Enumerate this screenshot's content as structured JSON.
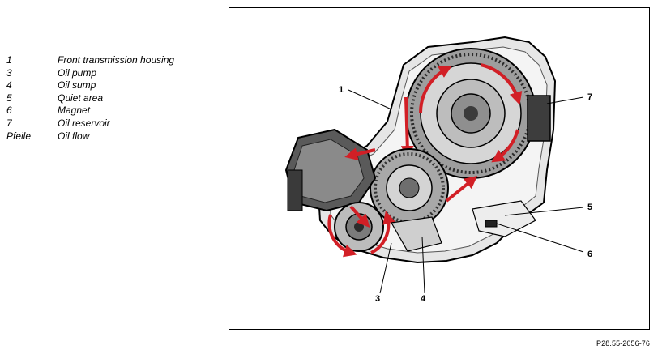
{
  "legend": {
    "items": [
      {
        "key": "1",
        "label": "Front transmission housing"
      },
      {
        "key": "3",
        "label": "Oil pump"
      },
      {
        "key": "4",
        "label": "Oil sump"
      },
      {
        "key": "5",
        "label": "Quiet area"
      },
      {
        "key": "6",
        "label": "Magnet"
      },
      {
        "key": "7",
        "label": "Oil reservoir"
      },
      {
        "key": "Pfeile",
        "label": "Oil flow"
      }
    ]
  },
  "figure": {
    "callouts": {
      "c1": "1",
      "c3": "3",
      "c4": "4",
      "c5": "5",
      "c6": "6",
      "c7": "7"
    }
  },
  "reference_code": "P28.55-2056-76",
  "colors": {
    "oil_flow": "#d21f26",
    "outline": "#000000",
    "metal": "#b9b9b9",
    "shadow": "#4a4a4a"
  }
}
